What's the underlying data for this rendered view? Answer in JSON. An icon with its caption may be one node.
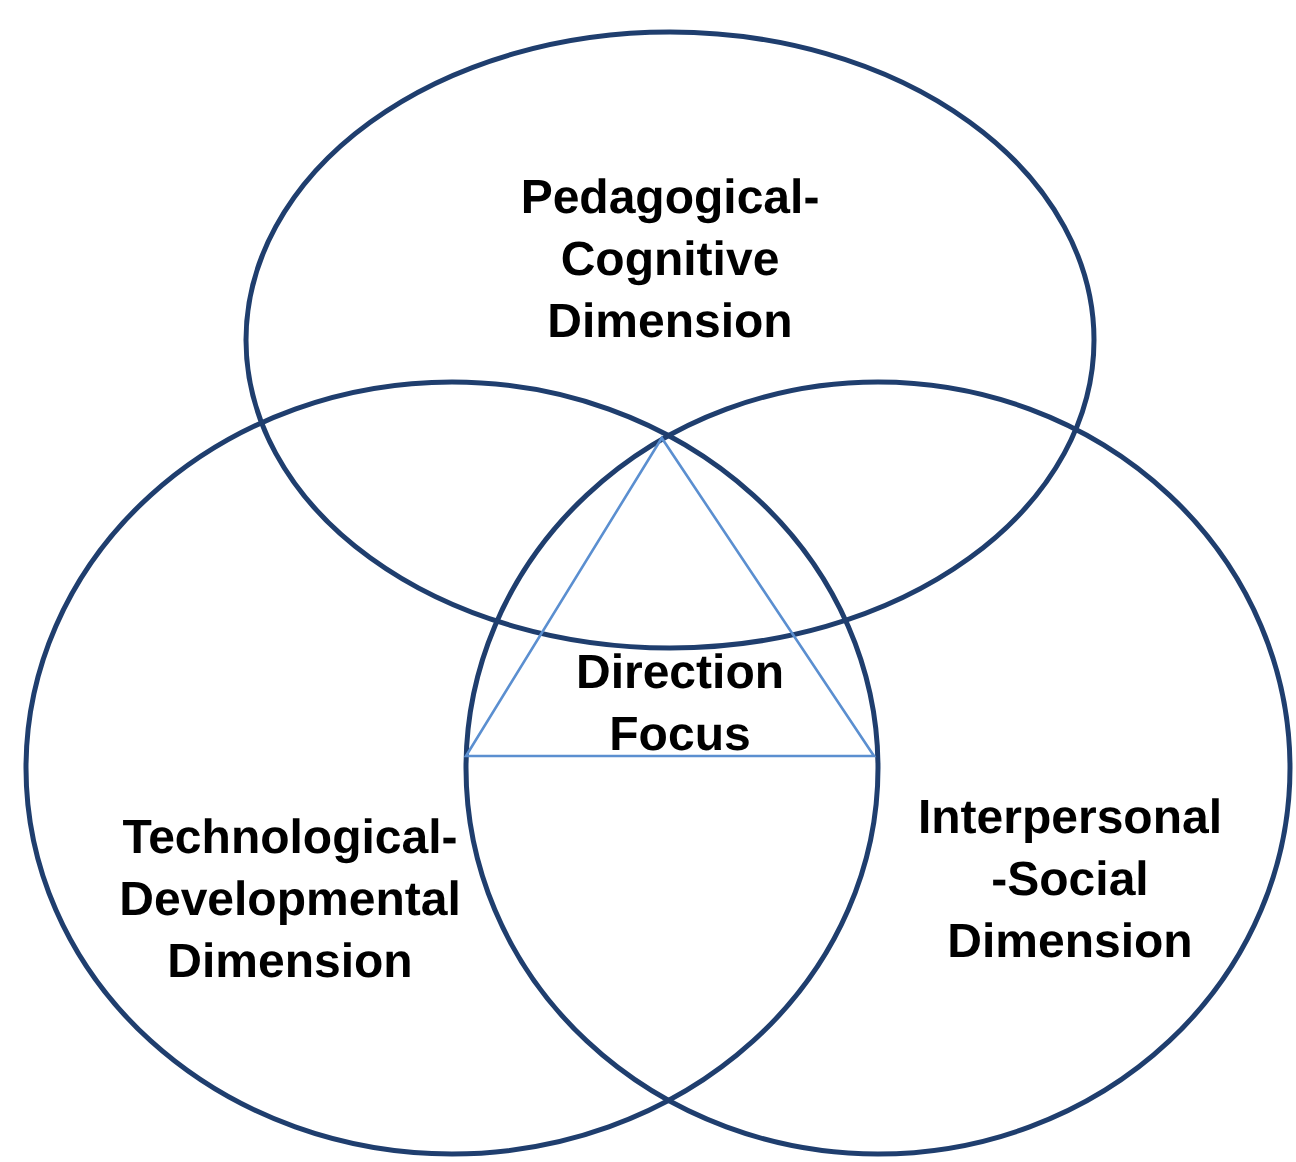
{
  "diagram": {
    "nodes": [
      {
        "text": [
          "Pedagogical- Cognitive Dimension"
        ]
      },
      {
        "text": [
          "Technological- Developmental Dimension"
        ]
      },
      {
        "text": [
          "Interpersonal -Social Dimension"
        ]
      },
      {
        "text": [
          "Direction Focus"
        ]
      }
    ]
  }
}
